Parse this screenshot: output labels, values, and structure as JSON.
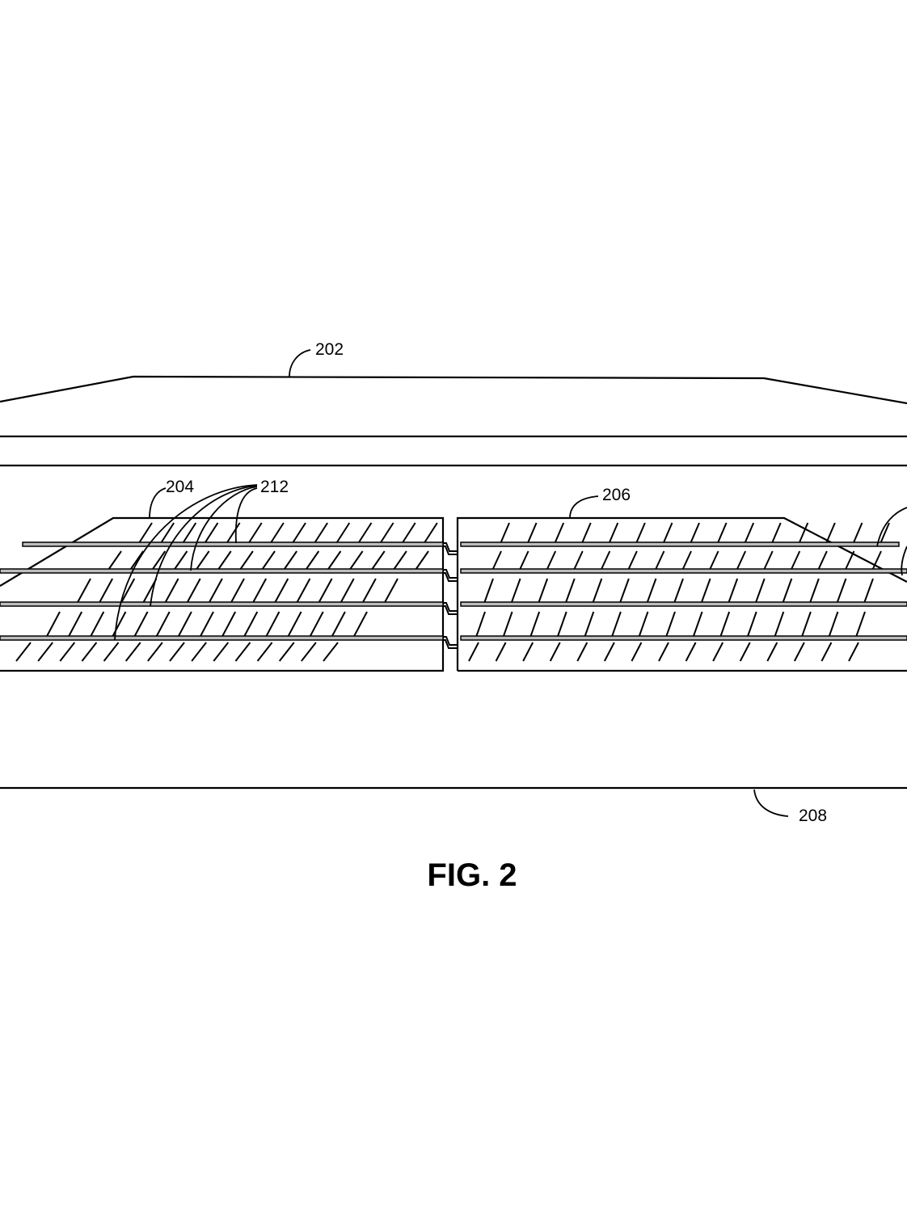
{
  "figure": {
    "caption": "FIG. 2",
    "labels": {
      "enclosure": "202",
      "left_panel_group": "204",
      "right_panel_group": "206",
      "base": "208",
      "interconnects": "212"
    },
    "panels": {
      "rows": 4,
      "left_columns": 15,
      "right_columns": 15
    }
  }
}
